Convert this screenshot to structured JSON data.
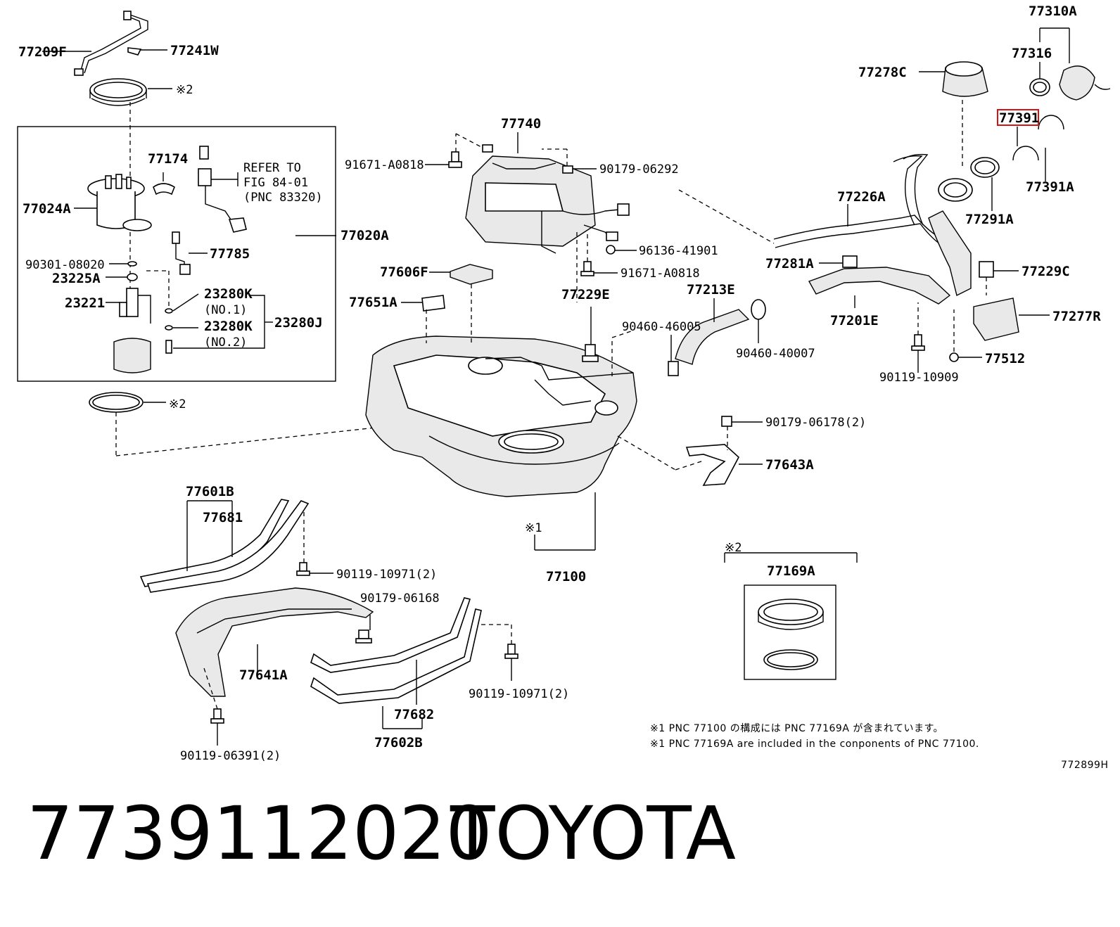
{
  "labels": {
    "p77209F": "77209F",
    "p77241W": "77241W",
    "n2a": "※2",
    "p77174": "77174",
    "refer1": "REFER TO",
    "refer2": "FIG 84-01",
    "refer3": "(PNC 83320)",
    "p77024A": "77024A",
    "p77020A": "77020A",
    "p77785": "77785",
    "p90301": "90301-08020",
    "p23225A": "23225A",
    "p23221": "23221",
    "p23280K1": "23280K",
    "no1": "(NO.1)",
    "p23280K2": "23280K",
    "no2": "(NO.2)",
    "p23280J": "23280J",
    "n2b": "※2",
    "p77740": "77740",
    "p91671a": "91671-A0818",
    "p90179_06292": "90179-06292",
    "p96136": "96136-41901",
    "p91671b": "91671-A0818",
    "p77606F": "77606F",
    "p77651A": "77651A",
    "p77229E": "77229E",
    "p90460_46005": "90460-46005",
    "p77213E": "77213E",
    "p90460_40007": "90460-40007",
    "p77281A": "77281A",
    "p77201E": "77201E",
    "p90119_10909": "90119-10909",
    "p77512": "77512",
    "p77277R": "77277R",
    "p77229C": "77229C",
    "p77226A": "77226A",
    "p77291A": "77291A",
    "p77391A": "77391A",
    "p77391": "77391",
    "p77278C": "77278C",
    "p77316": "77316",
    "p77310A": "77310A",
    "p90179_06178": "90179-06178(2)",
    "p77643A": "77643A",
    "p77601B": "77601B",
    "p77681": "77681",
    "p90119_10971a": "90119-10971(2)",
    "n1": "※1",
    "p77100": "77100",
    "p90179_06168": "90179-06168",
    "p77641A": "77641A",
    "p77682": "77682",
    "p77602B": "77602B",
    "p90119_10971b": "90119-10971(2)",
    "p90119_06391": "90119-06391(2)",
    "n2c": "※2",
    "p77169A": "77169A"
  },
  "notes": {
    "jp": "※1 PNC 77100 の構成には PNC 77169A が含まれています。",
    "en": "※1 PNC 77169A are included in the conponents of PNC 77100."
  },
  "ref_code": "772899H",
  "footer": {
    "part_number": "7739112020",
    "brand": "TOYOTA"
  },
  "colors": {
    "highlight": "#d21414",
    "line": "#000000",
    "background": "#ffffff"
  }
}
